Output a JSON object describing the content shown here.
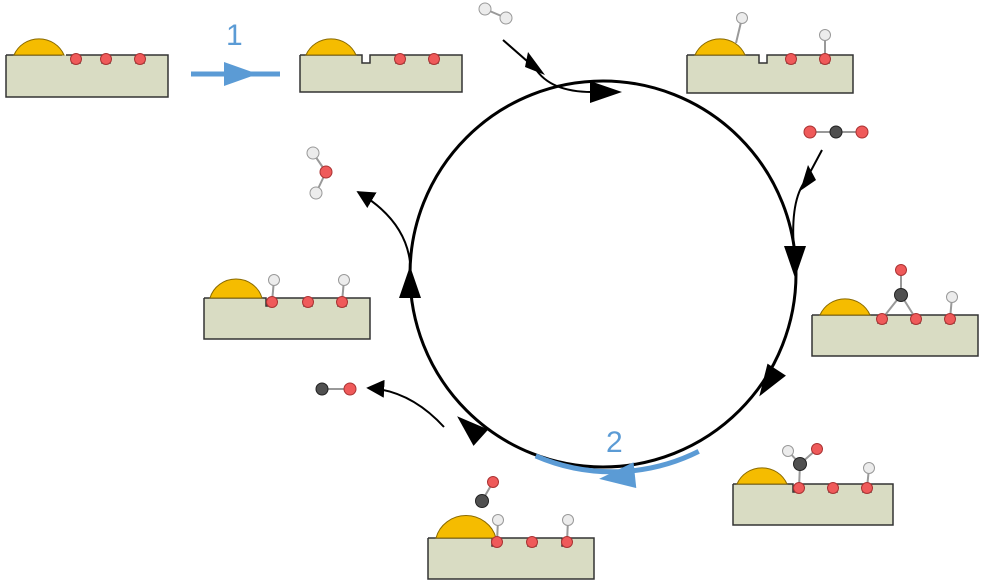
{
  "steps": {
    "one": "1",
    "two": "2"
  },
  "colors": {
    "slab": "#d9dcc3",
    "gold": "#f5bc00",
    "oxygen": "#ef5a5a",
    "hydrogen": "#ececec",
    "carbon": "#505050",
    "cycle": "#000000",
    "highlight": "#5b9bd5"
  },
  "species": {
    "reactants": [
      "H2",
      "CO2"
    ],
    "products": [
      "H2O",
      "CO"
    ]
  }
}
